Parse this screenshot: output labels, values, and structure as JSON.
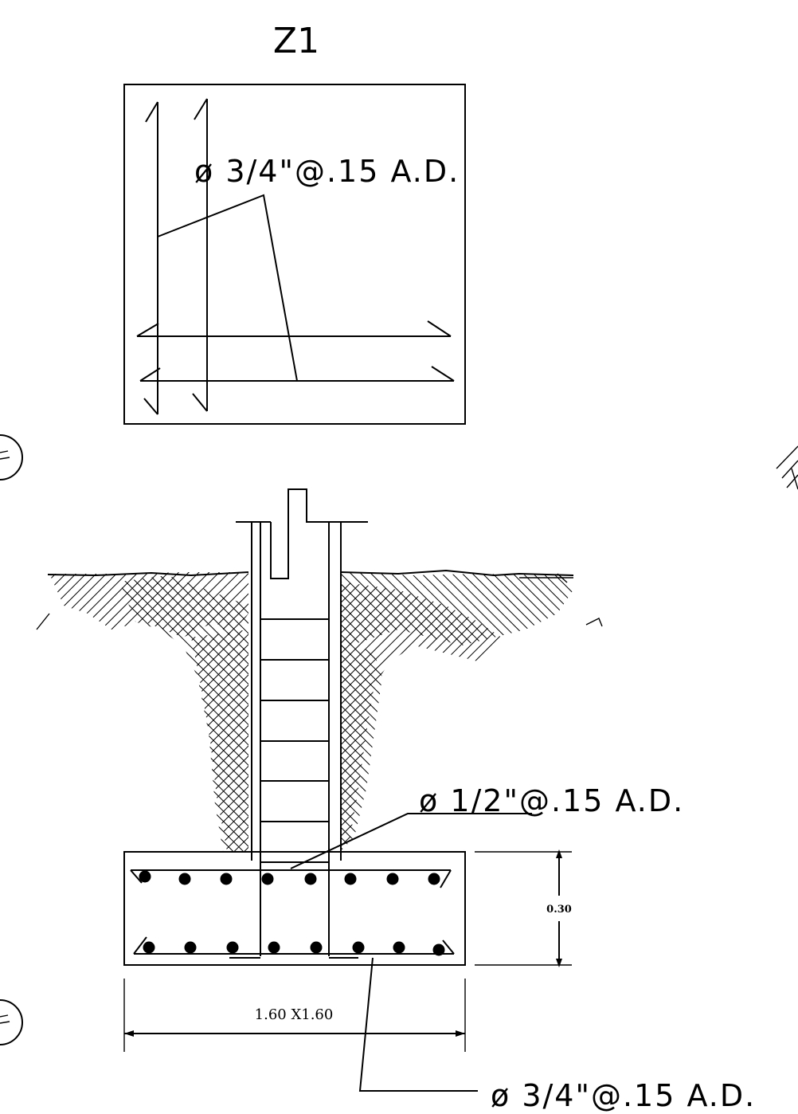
{
  "title": "Z1",
  "plan_label": "ø 3/4\"@.15 A.D.",
  "section_label_upper": "ø 1/2\"@.15 A.D.",
  "section_label_lower": "ø 3/4\"@.15 A.D.",
  "dimension_height": "0.30",
  "dimension_width": "1.60 X1.60"
}
